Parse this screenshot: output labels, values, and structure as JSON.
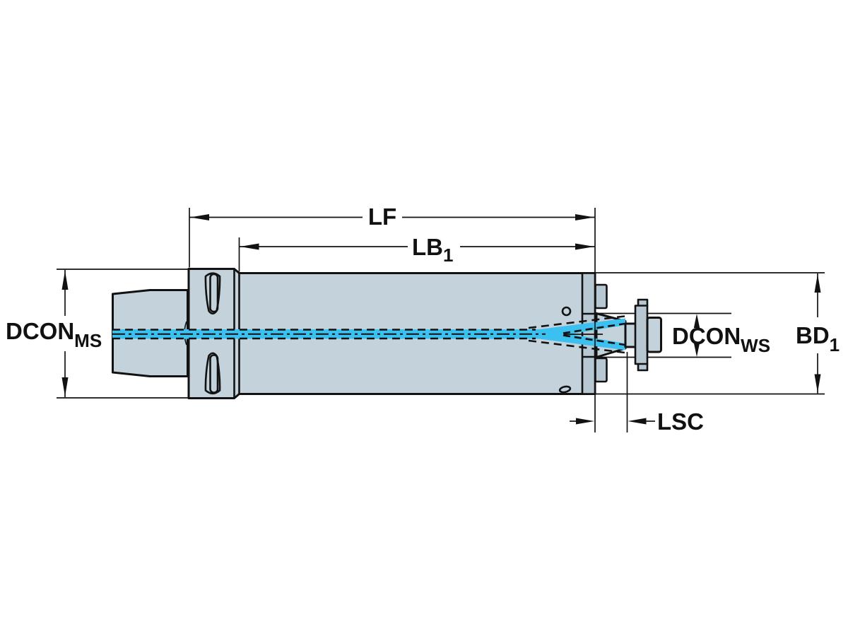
{
  "figure": {
    "description": "Cross-section technical drawing of a cylindrical tool holder adapter with internal coolant channel and dimension callouts",
    "style": {
      "background": "#ffffff",
      "body_fill": "#c3d2db",
      "recess_fill": "#b7c8d2",
      "coolant_color": "#3cc0ef",
      "line_color": "#121212"
    }
  },
  "dimensions": {
    "lf": {
      "label": "LF"
    },
    "lb1": {
      "label": "LB",
      "sub": "1"
    },
    "dcon_ms": {
      "label": "DCON",
      "sub": "MS"
    },
    "dcon_ws": {
      "label": "DCON",
      "sub": "WS"
    },
    "bd1": {
      "label": "BD",
      "sub": "1"
    },
    "lsc": {
      "label": "LSC"
    }
  }
}
